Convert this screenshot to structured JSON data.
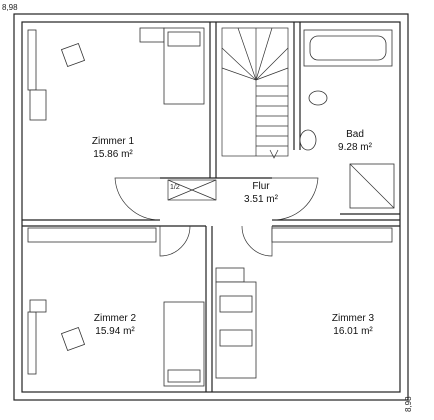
{
  "dimensions": {
    "top_left": "8,98",
    "right_vertical": "8,98"
  },
  "rooms": [
    {
      "id": "zimmer1",
      "name": "Zimmer 1",
      "area": "15.86 m²"
    },
    {
      "id": "bad",
      "name": "Bad",
      "area": "9.28 m²"
    },
    {
      "id": "flur",
      "name": "Flur",
      "area": "3.51 m²"
    },
    {
      "id": "zimmer2",
      "name": "Zimmer 2",
      "area": "15.94 m²"
    },
    {
      "id": "zimmer3",
      "name": "Zimmer 3",
      "area": "16.01 m²"
    }
  ],
  "stair_marker": "1/2"
}
